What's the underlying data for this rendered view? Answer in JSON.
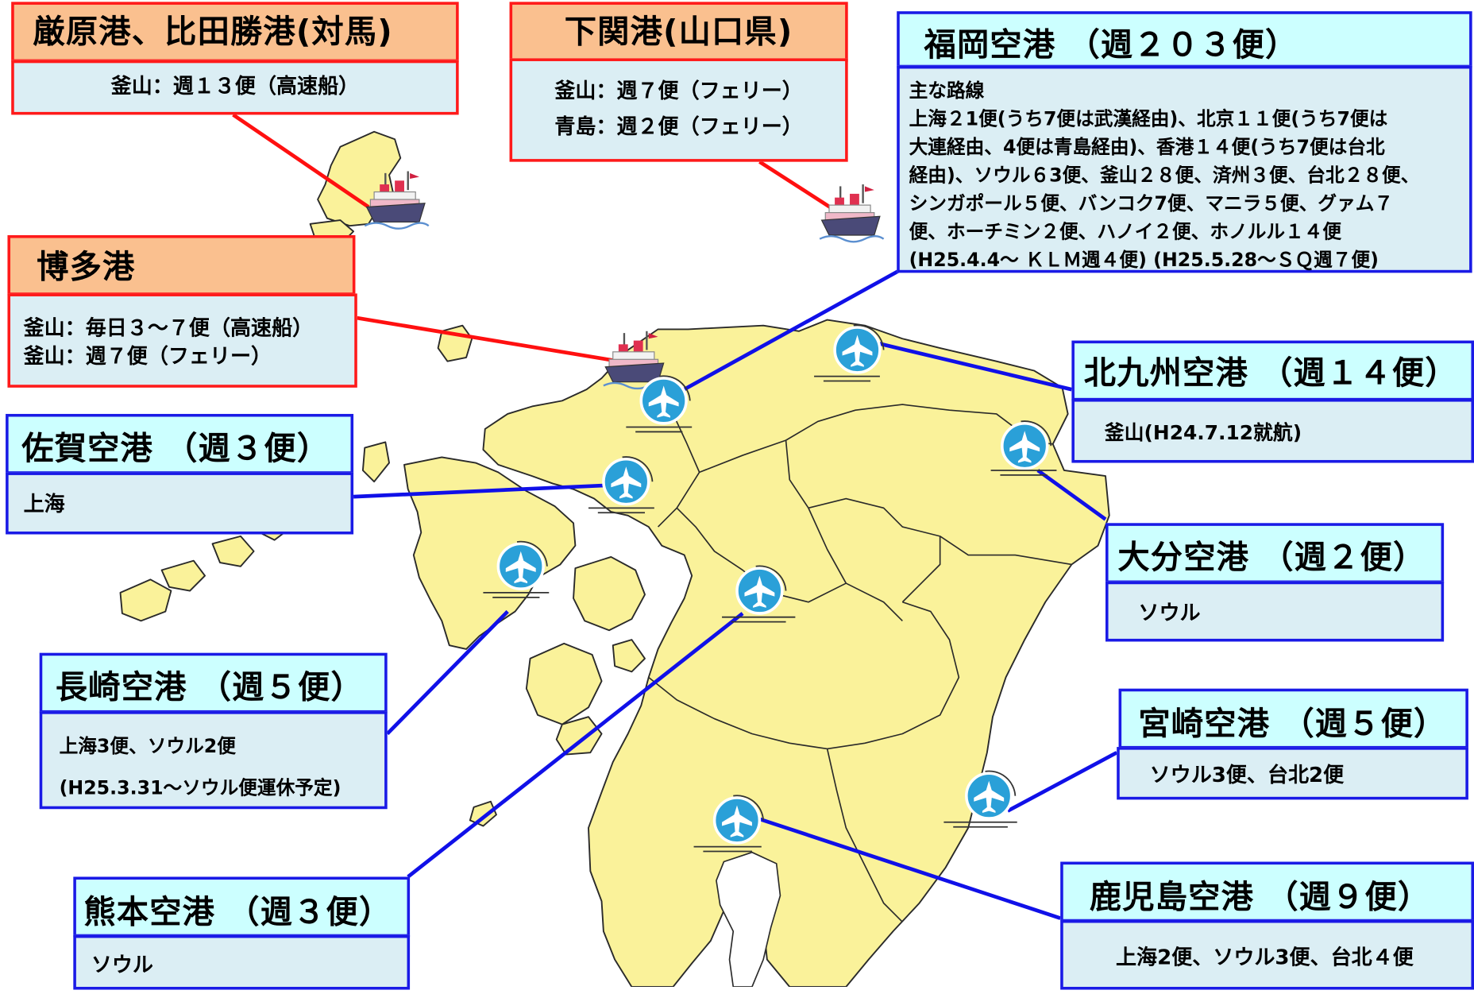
{
  "title": "九州の国際定期航路・航空路",
  "ports": {
    "izuhara": {
      "name": "厳原港、比田勝港(対馬)",
      "routes": [
        "釜山：週１３便（高速船）"
      ]
    },
    "shimonoseki": {
      "name": "下関港(山口県)",
      "routes": [
        "釜山：週７便（フェリー）",
        "青島：週２便（フェリー）"
      ]
    },
    "hakata": {
      "name": "博多港",
      "routes": [
        "釜山：毎日３～７便（高速船）",
        "釜山：週７便（フェリー）"
      ]
    }
  },
  "airports": {
    "fukuoka": {
      "name": "福岡空港",
      "weekly": "（週２０３便）",
      "routes_heading": "主な路線",
      "routes": [
        "上海２1便(うち7便は武漢経由)、北京１１便(うち7便は",
        "大連経由、4便は青島経由)、香港１４便(うち7便は台北",
        "経由)、ソウル６3便、釜山２８便、済州３便、台北２８便、",
        "シンガポール５便、バンコク7便、マニラ５便、グァム７",
        "便、ホーチミン２便、ハノイ２便、ホノルル１４便",
        "(H25.4.4～ ＫＬＭ週４便) (H25.5.28～ＳＱ週７便)"
      ]
    },
    "kitakyushu": {
      "name": "北九州空港",
      "weekly": "（週１４便）",
      "routes": [
        "釜山(H24.7.12就航)"
      ]
    },
    "saga": {
      "name": "佐賀空港",
      "weekly": "（週３便）",
      "routes": [
        "上海"
      ]
    },
    "oita": {
      "name": "大分空港",
      "weekly": "（週２便）",
      "routes": [
        "ソウル"
      ]
    },
    "nagasaki": {
      "name": "長崎空港",
      "weekly": "（週５便）",
      "routes": [
        "上海3便、ソウル2便",
        "(H25.3.31～ソウル便運休予定)"
      ]
    },
    "miyazaki": {
      "name": "宮崎空港",
      "weekly": "（週５便）",
      "routes": [
        "ソウル3便、台北2便"
      ]
    },
    "kumamoto": {
      "name": "熊本空港",
      "weekly": "（週３便）",
      "routes": [
        "ソウル"
      ]
    },
    "kagoshima": {
      "name": "鹿児島空港",
      "weekly": "（週９便）",
      "routes": [
        "上海2便、ソウル3便、台北４便"
      ]
    }
  },
  "colors": {
    "port_border": "#ff1a1a",
    "port_header": "#fac08f",
    "airport_border": "#1a1ae6",
    "airport_header": "#ccffff",
    "box_body": "#dbeef4",
    "land": "#faf29a",
    "airport_icon": "#2aa0d8"
  },
  "icons": {
    "port": "ferry-ship-icon",
    "airport": "airplane-icon"
  }
}
